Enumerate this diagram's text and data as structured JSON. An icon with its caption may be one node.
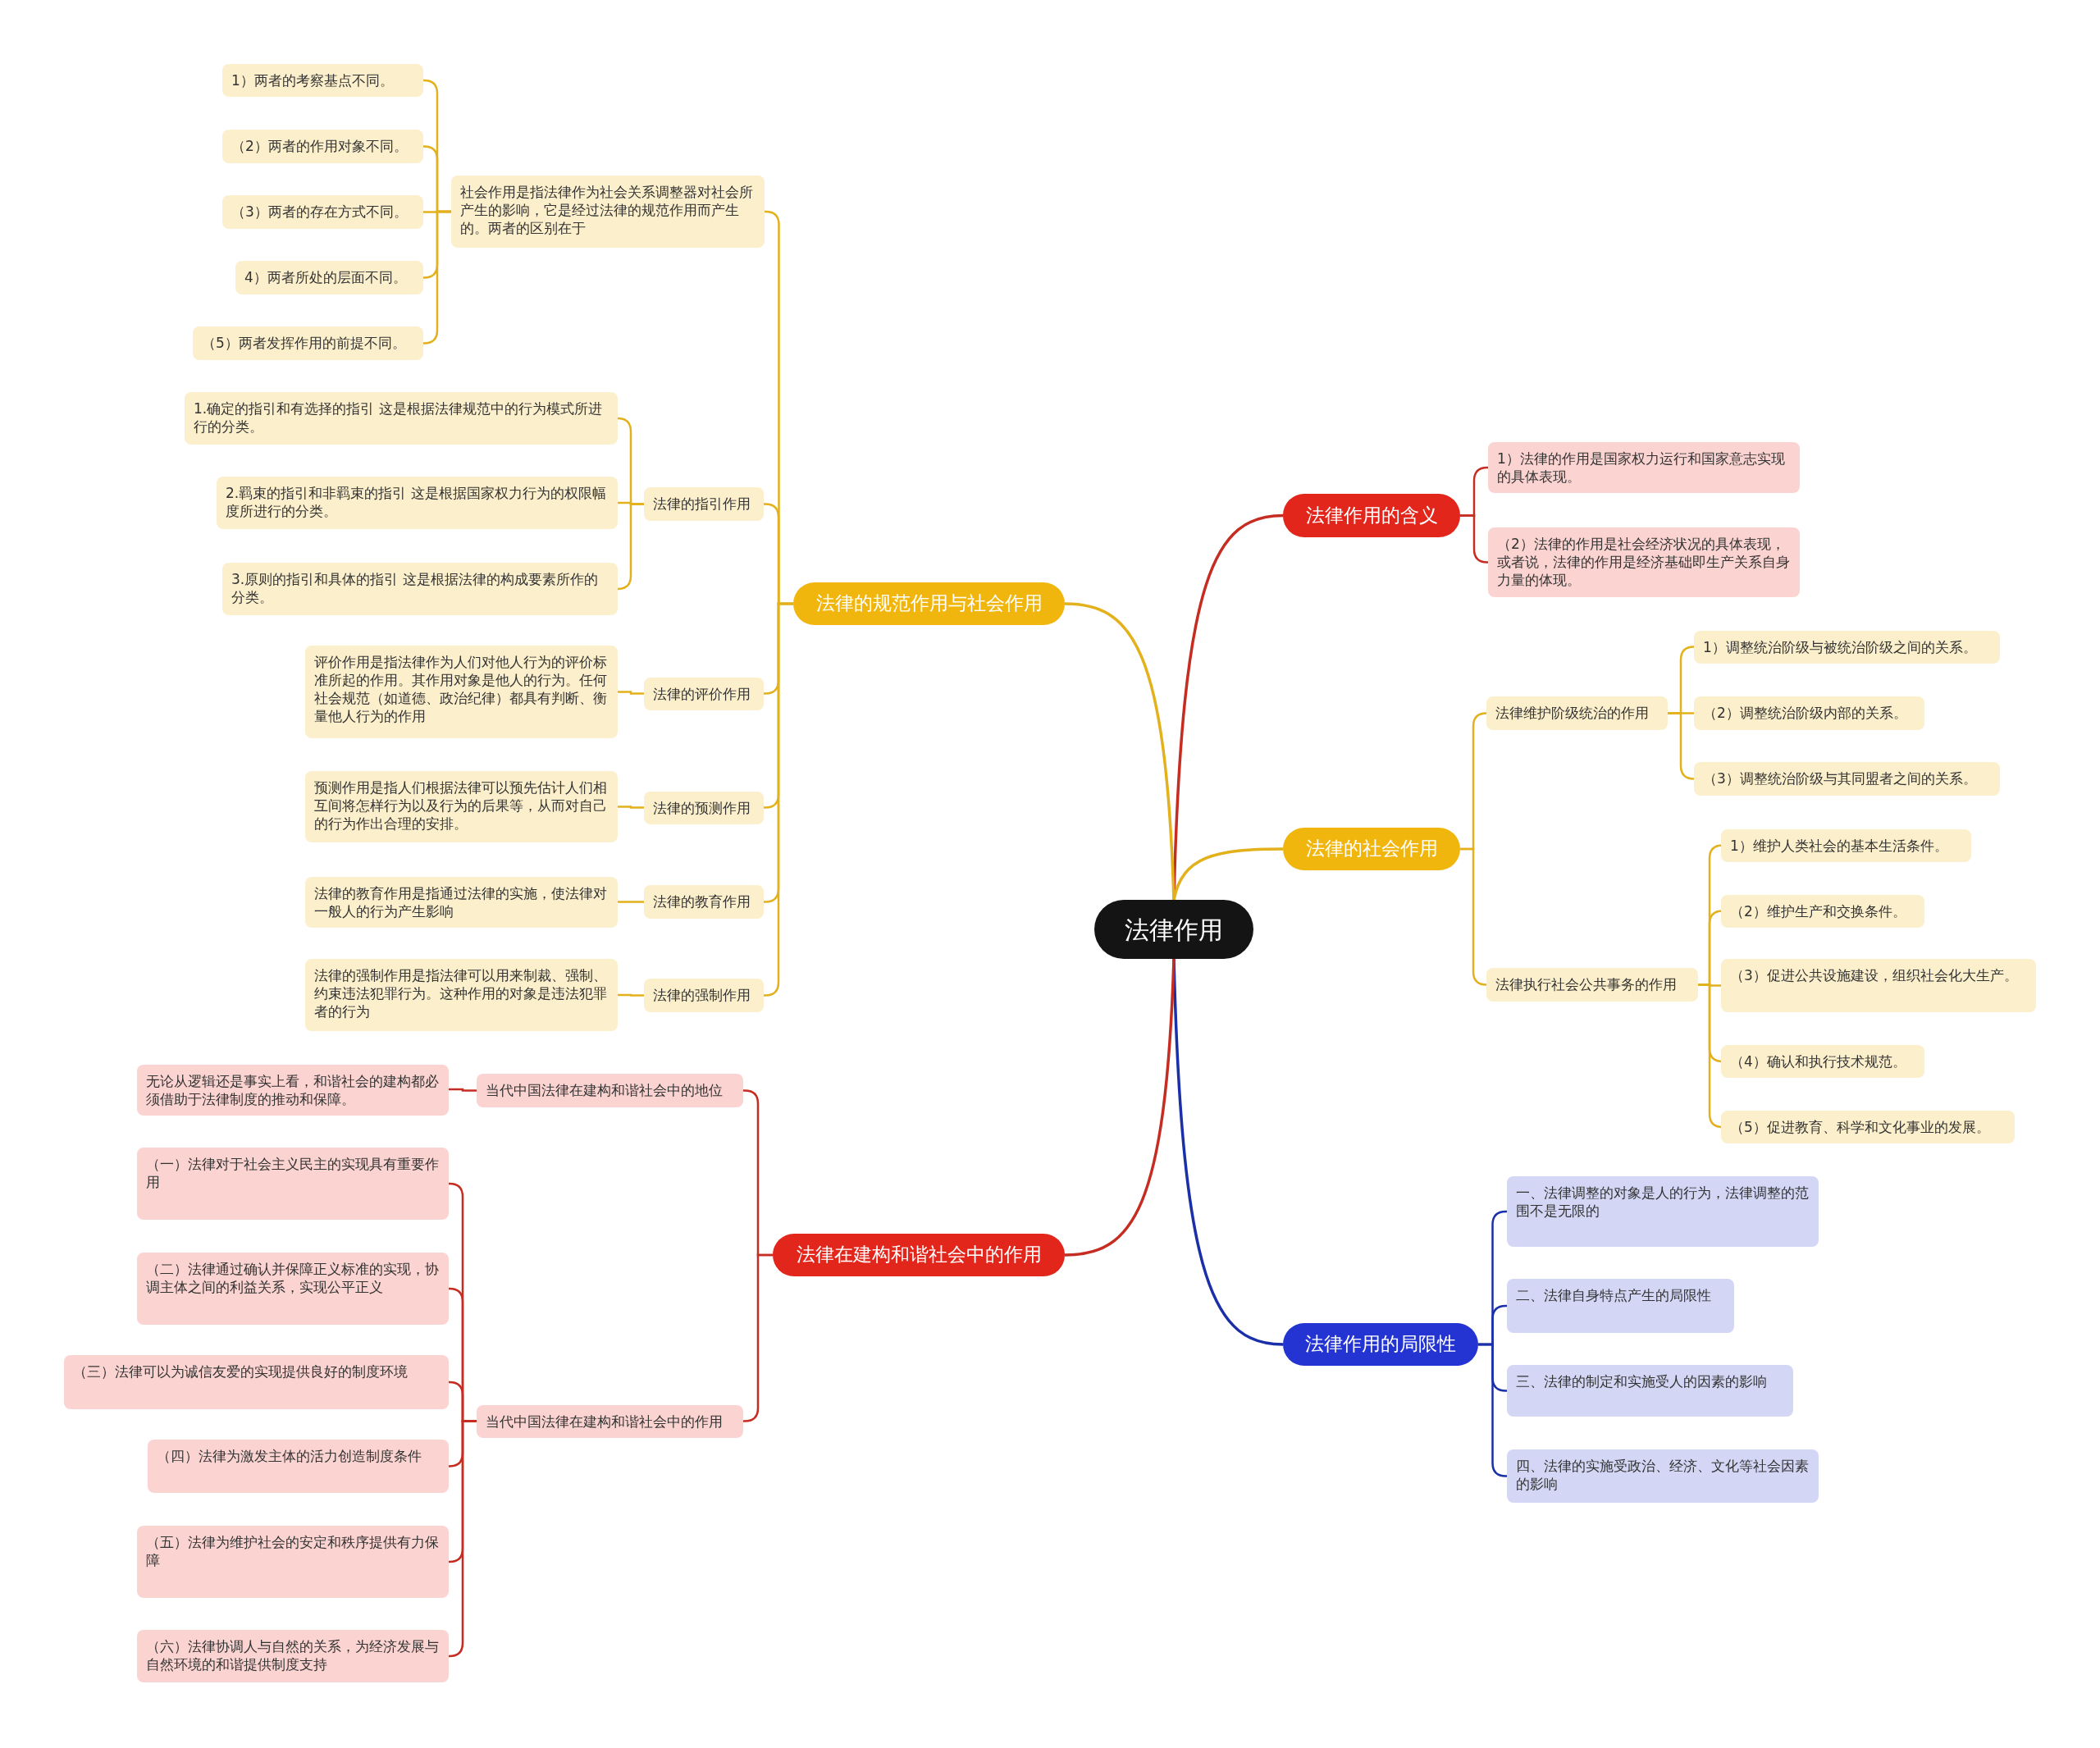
{
  "diagram": {
    "nodes": [
      {
        "text": [
          "法律作用"
        ]
      },
      {
        "text": [
          "法律作用的含义"
        ]
      },
      {
        "text": [
          "1）法律的作用是国家权力运行和国家意志实现的具体表现。"
        ]
      },
      {
        "text": [
          "（2）法律的作用是社会经济状况的具体表现，或者说，法律的作用是经济基础即生产关系自身力量的体现。"
        ]
      },
      {
        "text": [
          "法律的社会作用"
        ]
      },
      {
        "text": [
          "法律维护阶级统治的作用"
        ]
      },
      {
        "text": [
          "1）调整统治阶级与被统治阶级之间的关系。"
        ]
      },
      {
        "text": [
          "（2）调整统治阶级内部的关系。"
        ]
      },
      {
        "text": [
          "（3）调整统治阶级与其同盟者之间的关系。"
        ]
      },
      {
        "text": [
          "法律执行社会公共事务的作用"
        ]
      },
      {
        "text": [
          "1）维护人类社会的基本生活条件。"
        ]
      },
      {
        "text": [
          "（2）维护生产和交换条件。"
        ]
      },
      {
        "text": [
          "（3）促进公共设施建设，组织社会化大生产。"
        ]
      },
      {
        "text": [
          "（4）确认和执行技术规范。"
        ]
      },
      {
        "text": [
          "（5）促进教育、科学和文化事业的发展。"
        ]
      },
      {
        "text": [
          "法律作用的局限性"
        ]
      },
      {
        "text": [
          "一、法律调整的对象是人的行为，法律调整的范围不是无限的"
        ]
      },
      {
        "text": [
          "二、法律自身特点产生的局限性"
        ]
      },
      {
        "text": [
          "三、法律的制定和实施受人的因素的影响"
        ]
      },
      {
        "text": [
          "四、法律的实施受政治、经济、文化等社会因素的影响"
        ]
      },
      {
        "text": [
          "法律的规范作用与社会作用"
        ]
      },
      {
        "text": [
          "社会作用是指法律作为社会关系调整器对社会所产生的影响，它是经过法律的规范作用而产生的。两者的区别在于"
        ]
      },
      {
        "text": [
          "1）两者的考察基点不同。"
        ]
      },
      {
        "text": [
          "（2）两者的作用对象不同。"
        ]
      },
      {
        "text": [
          "（3）两者的存在方式不同。"
        ]
      },
      {
        "text": [
          "4）两者所处的层面不同。"
        ]
      },
      {
        "text": [
          "（5）两者发挥作用的前提不同。"
        ]
      },
      {
        "text": [
          "法律的指引作用"
        ]
      },
      {
        "text": [
          "1.确定的指引和有选择的指引 这是根据法律规范中的行为模式所进行的分类。"
        ]
      },
      {
        "text": [
          "2.羁束的指引和非羁束的指引 这是根据国家权力行为的权限幅度所进行的分类。"
        ]
      },
      {
        "text": [
          "3.原则的指引和具体的指引 这是根据法律的构成要素所作的分类。"
        ]
      },
      {
        "text": [
          "法律的评价作用"
        ]
      },
      {
        "text": [
          "评价作用是指法律作为人们对他人行为的评价标准所起的作用。其作用对象是他人的行为。任何社会规范（如道德、政治纪律）都具有判断、衡量他人行为的作用"
        ]
      },
      {
        "text": [
          "法律的预测作用"
        ]
      },
      {
        "text": [
          "预测作用是指人们根据法律可以预先估计人们相互间将怎样行为以及行为的后果等，从而对自己的行为作出合理的安排。"
        ]
      },
      {
        "text": [
          "法律的教育作用"
        ]
      },
      {
        "text": [
          "法律的教育作用是指通过法律的实施，使法律对一般人的行为产生影响"
        ]
      },
      {
        "text": [
          "法律的强制作用"
        ]
      },
      {
        "text": [
          "法律的强制作用是指法律可以用来制裁、强制、约束违法犯罪行为。这种作用的对象是违法犯罪者的行为"
        ]
      },
      {
        "text": [
          "法律在建构和谐社会中的作用"
        ]
      },
      {
        "text": [
          "当代中国法律在建构和谐社会中的地位"
        ]
      },
      {
        "text": [
          "无论从逻辑还是事实上看，和谐社会的建构都必须借助于法律制度的推动和保障。"
        ]
      },
      {
        "text": [
          "当代中国法律在建构和谐社会中的作用"
        ]
      },
      {
        "text": [
          "（一）法律对于社会主义民主的实现具有重要作用"
        ]
      },
      {
        "text": [
          "（二）法律通过确认并保障正义标准的实现，协调主体之间的利益关系，实现公平正义"
        ]
      },
      {
        "text": [
          "（三）法律可以为诚信友爱的实现提供良好的制度环境"
        ]
      },
      {
        "text": [
          "（四）法律为激发主体的活力创造制度条件"
        ]
      },
      {
        "text": [
          "（五）法律为维护社会的安定和秩序提供有力保障"
        ]
      },
      {
        "text": [
          "（六）法律协调人与自然的关系，为经济发展与自然环境的和谐提供制度支持"
        ]
      }
    ],
    "edges": [
      {
        "from": 0,
        "to": 1,
        "arrow": "none",
        "color": "#c62d22"
      },
      {
        "from": 1,
        "to": 2,
        "arrow": "none",
        "color": "#c62d22"
      },
      {
        "from": 1,
        "to": 3,
        "arrow": "none",
        "color": "#c62d22"
      },
      {
        "from": 0,
        "to": 4,
        "arrow": "none"
      },
      {
        "from": 4,
        "to": 5,
        "arrow": "none"
      },
      {
        "from": 5,
        "to": 6,
        "arrow": "none"
      },
      {
        "from": 5,
        "to": 7,
        "arrow": "none"
      },
      {
        "from": 5,
        "to": 8,
        "arrow": "none"
      },
      {
        "from": 4,
        "to": 9,
        "arrow": "none"
      },
      {
        "from": 9,
        "to": 10,
        "arrow": "none"
      },
      {
        "from": 9,
        "to": 11,
        "arrow": "none"
      },
      {
        "from": 9,
        "to": 12,
        "arrow": "none"
      },
      {
        "from": 9,
        "to": 13,
        "arrow": "none"
      },
      {
        "from": 9,
        "to": 14,
        "arrow": "none"
      },
      {
        "from": 0,
        "to": 15,
        "arrow": "none",
        "color": "#1a2fa8"
      },
      {
        "from": 15,
        "to": 16,
        "arrow": "none",
        "color": "#1a2fa8"
      },
      {
        "from": 15,
        "to": 17,
        "arrow": "none",
        "color": "#1a2fa8"
      },
      {
        "from": 15,
        "to": 18,
        "arrow": "none",
        "color": "#1a2fa8"
      },
      {
        "from": 15,
        "to": 19,
        "arrow": "none",
        "color": "#1a2fa8"
      },
      {
        "from": 0,
        "to": 20,
        "arrow": "none"
      },
      {
        "from": 20,
        "to": 21,
        "arrow": "none"
      },
      {
        "from": 21,
        "to": 22,
        "arrow": "none"
      },
      {
        "from": 21,
        "to": 23,
        "arrow": "none"
      },
      {
        "from": 21,
        "to": 24,
        "arrow": "none"
      },
      {
        "from": 21,
        "to": 25,
        "arrow": "none"
      },
      {
        "from": 21,
        "to": 26,
        "arrow": "none"
      },
      {
        "from": 20,
        "to": 27,
        "arrow": "none"
      },
      {
        "from": 27,
        "to": 28,
        "arrow": "none"
      },
      {
        "from": 27,
        "to": 29,
        "arrow": "none"
      },
      {
        "from": 27,
        "to": 30,
        "arrow": "none"
      },
      {
        "from": 20,
        "to": 31,
        "arrow": "none"
      },
      {
        "from": 31,
        "to": 32,
        "arrow": "none"
      },
      {
        "from": 20,
        "to": 33,
        "arrow": "none"
      },
      {
        "from": 33,
        "to": 34,
        "arrow": "none"
      },
      {
        "from": 20,
        "to": 35,
        "arrow": "none"
      },
      {
        "from": 35,
        "to": 36,
        "arrow": "none"
      },
      {
        "from": 20,
        "to": 37,
        "arrow": "none"
      },
      {
        "from": 37,
        "to": 38,
        "arrow": "none"
      },
      {
        "from": 0,
        "to": 39,
        "arrow": "none",
        "color": "#c62d22"
      },
      {
        "from": 39,
        "to": 40,
        "arrow": "none",
        "color": "#c62d22"
      },
      {
        "from": 40,
        "to": 41,
        "arrow": "none",
        "color": "#c62d22"
      },
      {
        "from": 39,
        "to": 42,
        "arrow": "none",
        "color": "#c62d22"
      },
      {
        "from": 42,
        "to": 43,
        "arrow": "none",
        "color": "#c62d22"
      },
      {
        "from": 42,
        "to": 44,
        "arrow": "none",
        "color": "#c62d22"
      },
      {
        "from": 42,
        "to": 45,
        "arrow": "none",
        "color": "#c62d22"
      },
      {
        "from": 42,
        "to": 46,
        "arrow": "none",
        "color": "#c62d22"
      },
      {
        "from": 42,
        "to": 47,
        "arrow": "none",
        "color": "#c62d22"
      },
      {
        "from": 42,
        "to": 48,
        "arrow": "none",
        "color": "#c62d22"
      }
    ]
  }
}
